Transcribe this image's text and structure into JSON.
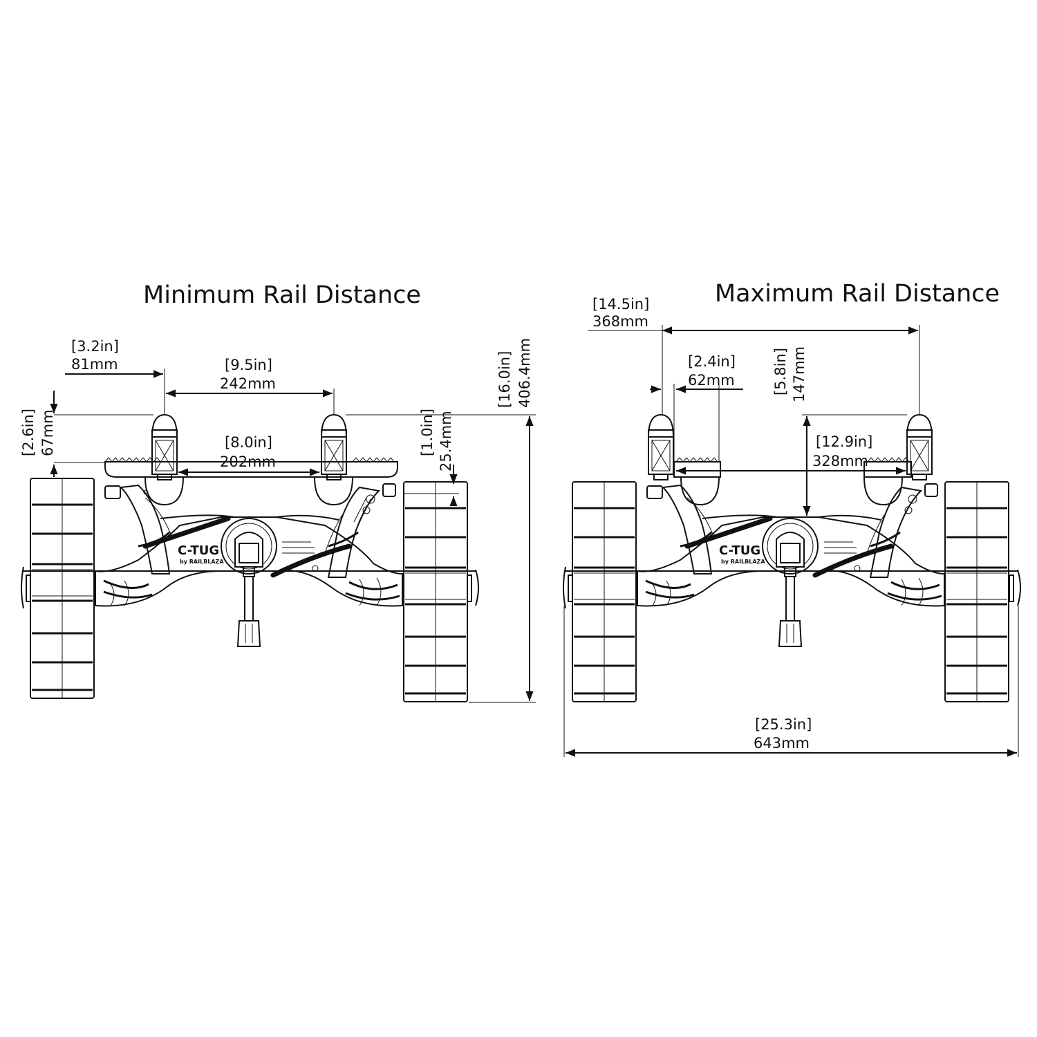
{
  "left": {
    "title": "Minimum Rail Distance",
    "dims": {
      "d1_in": "[3.2in]",
      "d1_mm": "81mm",
      "d2_in": "[9.5in]",
      "d2_mm": "242mm",
      "d3_in": "[8.0in]",
      "d3_mm": "202mm",
      "d4_in": "[2.6in]",
      "d4_mm": "67mm",
      "d5_in": "[1.0in]",
      "d5_mm": "25.4mm",
      "d6_in": "[16.0in]",
      "d6_mm": "406.4mm"
    },
    "logo": "C-TUG",
    "logo_sub": "by RAILBLAZA"
  },
  "right": {
    "title": "Maximum Rail Distance",
    "dims": {
      "d1_in": "[14.5in]",
      "d1_mm": "368mm",
      "d2_in": "[2.4in]",
      "d2_mm": "62mm",
      "d3_in": "[5.8in]",
      "d3_mm": "147mm",
      "d4_in": "[12.9in]",
      "d4_mm": "328mm",
      "d5_in": "[25.3in]",
      "d5_mm": "643mm"
    },
    "logo": "C-TUG",
    "logo_sub": "by RAILBLAZA"
  }
}
